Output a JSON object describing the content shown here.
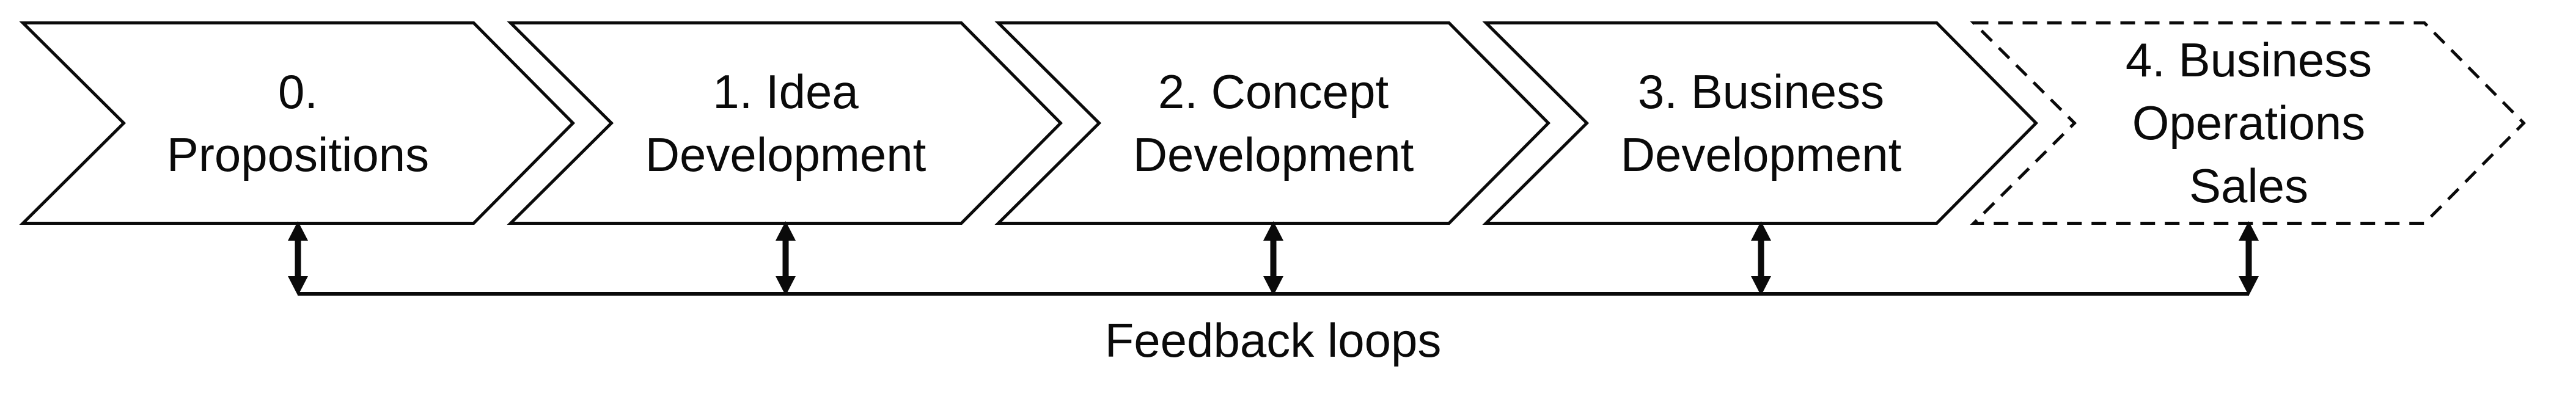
{
  "figure": {
    "type": "process-flow-diagram",
    "colors": {
      "ink": "#0a0a0a",
      "paper": "#ffffff"
    },
    "stages": [
      {
        "label": "0.\nPropositions",
        "border": "solid"
      },
      {
        "label": "1. Idea\nDevelopment",
        "border": "solid"
      },
      {
        "label": "2. Concept\nDevelopment",
        "border": "solid"
      },
      {
        "label": "3. Business\nDevelopment",
        "border": "solid"
      },
      {
        "label": "4. Business\nOperations\nSales",
        "border": "dashed"
      }
    ],
    "feedback": {
      "label": "Feedback loops"
    }
  }
}
